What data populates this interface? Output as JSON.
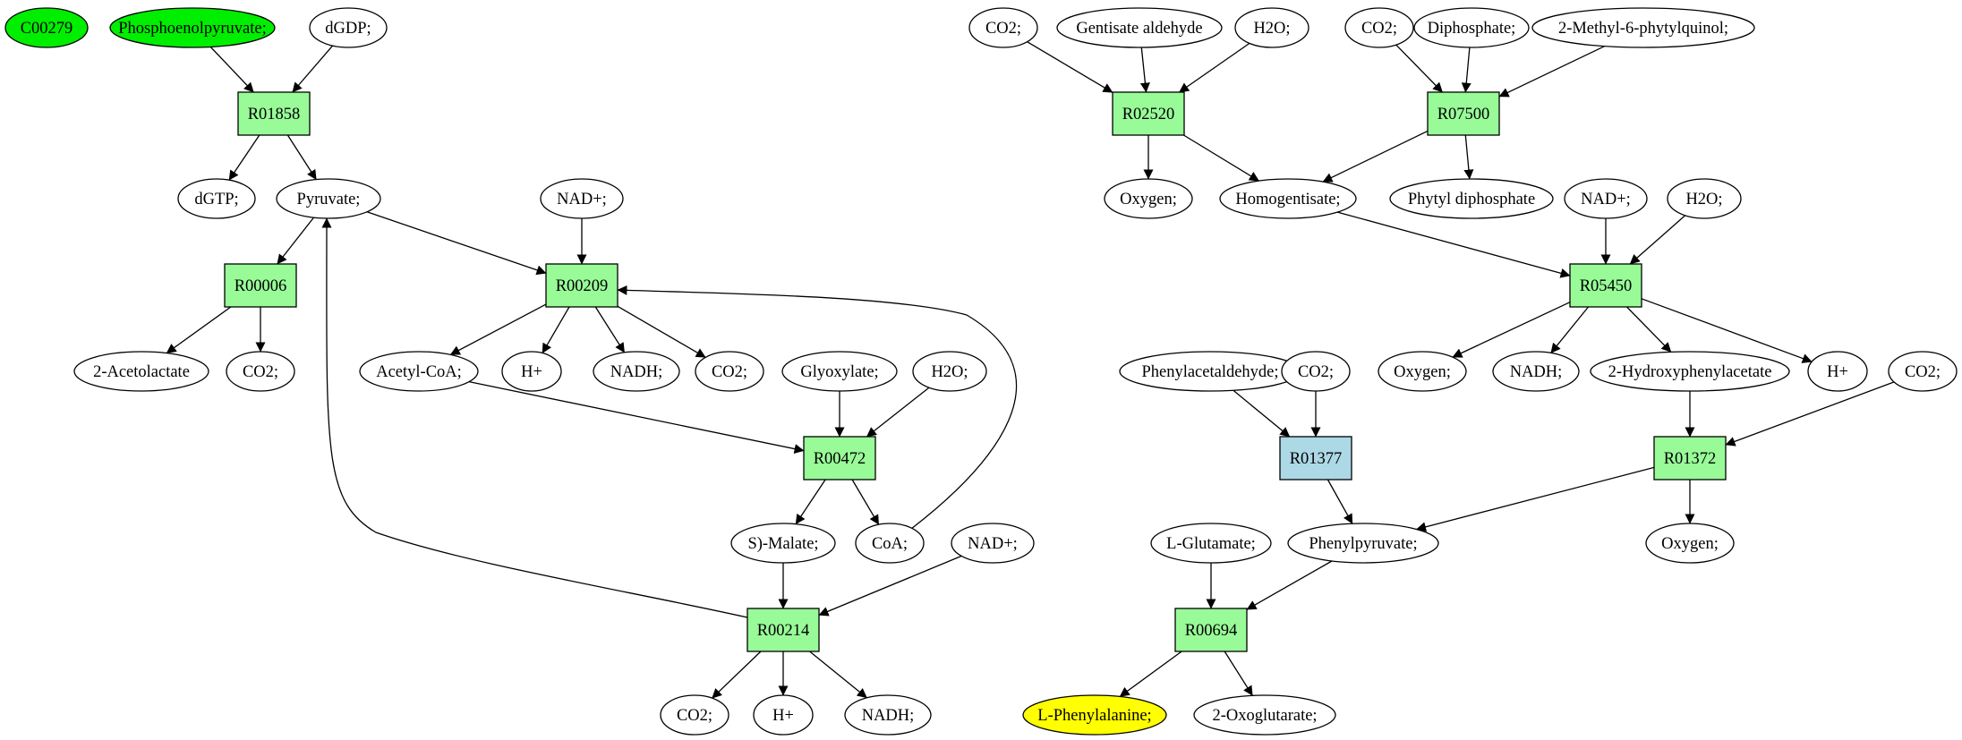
{
  "colors": {
    "start_compound": "#00ee00",
    "target_compound": "#ffff00",
    "reaction": "#98fb98",
    "highlight_reaction": "#add8e6",
    "compound": "#ffffff",
    "stroke": "#000000"
  },
  "nodes": [
    {
      "id": "c00279",
      "label": "C00279",
      "kind": "start"
    },
    {
      "id": "pep",
      "label": "Phosphoenolpyruvate;",
      "kind": "start"
    },
    {
      "id": "dgdp",
      "label": "dGDP;",
      "kind": "compound"
    },
    {
      "id": "r01858",
      "label": "R01858",
      "kind": "reaction"
    },
    {
      "id": "dgtp",
      "label": "dGTP;",
      "kind": "compound"
    },
    {
      "id": "pyruvate",
      "label": "Pyruvate;",
      "kind": "compound"
    },
    {
      "id": "r00006",
      "label": "R00006",
      "kind": "reaction"
    },
    {
      "id": "acetolactate",
      "label": "2-Acetolactate",
      "kind": "compound"
    },
    {
      "id": "co2_a",
      "label": "CO2;",
      "kind": "compound"
    },
    {
      "id": "nadp_a",
      "label": "NAD+;",
      "kind": "compound"
    },
    {
      "id": "r00209",
      "label": "R00209",
      "kind": "reaction"
    },
    {
      "id": "acetylcoa",
      "label": "Acetyl-CoA;",
      "kind": "compound"
    },
    {
      "id": "hplus_a",
      "label": "H+",
      "kind": "compound"
    },
    {
      "id": "nadh_a",
      "label": "NADH;",
      "kind": "compound"
    },
    {
      "id": "co2_b",
      "label": "CO2;",
      "kind": "compound"
    },
    {
      "id": "glyoxylate",
      "label": "Glyoxylate;",
      "kind": "compound"
    },
    {
      "id": "h2o_a",
      "label": "H2O;",
      "kind": "compound"
    },
    {
      "id": "r00472",
      "label": "R00472",
      "kind": "reaction"
    },
    {
      "id": "smalate",
      "label": "S)-Malate;",
      "kind": "compound"
    },
    {
      "id": "coa",
      "label": "CoA;",
      "kind": "compound"
    },
    {
      "id": "nadp_b",
      "label": "NAD+;",
      "kind": "compound"
    },
    {
      "id": "r00214",
      "label": "R00214",
      "kind": "reaction"
    },
    {
      "id": "co2_c",
      "label": "CO2;",
      "kind": "compound"
    },
    {
      "id": "hplus_b",
      "label": "H+",
      "kind": "compound"
    },
    {
      "id": "nadh_b",
      "label": "NADH;",
      "kind": "compound"
    },
    {
      "id": "co2_d",
      "label": "CO2;",
      "kind": "compound"
    },
    {
      "id": "gentisate",
      "label": "Gentisate aldehyde",
      "kind": "compound"
    },
    {
      "id": "h2o_b",
      "label": "H2O;",
      "kind": "compound"
    },
    {
      "id": "co2_e",
      "label": "CO2;",
      "kind": "compound"
    },
    {
      "id": "diphosphate",
      "label": "Diphosphate;",
      "kind": "compound"
    },
    {
      "id": "methylphytyl",
      "label": "2-Methyl-6-phytylquinol;",
      "kind": "compound"
    },
    {
      "id": "r02520",
      "label": "R02520",
      "kind": "reaction"
    },
    {
      "id": "r07500",
      "label": "R07500",
      "kind": "reaction"
    },
    {
      "id": "oxygen_a",
      "label": "Oxygen;",
      "kind": "compound"
    },
    {
      "id": "homogentisate",
      "label": "Homogentisate;",
      "kind": "compound"
    },
    {
      "id": "phytyl",
      "label": "Phytyl diphosphate",
      "kind": "compound"
    },
    {
      "id": "nadp_c",
      "label": "NAD+;",
      "kind": "compound"
    },
    {
      "id": "h2o_c",
      "label": "H2O;",
      "kind": "compound"
    },
    {
      "id": "r05450",
      "label": "R05450",
      "kind": "reaction"
    },
    {
      "id": "phenylacetaldehyde",
      "label": "Phenylacetaldehyde;",
      "kind": "compound"
    },
    {
      "id": "co2_f",
      "label": "CO2;",
      "kind": "compound"
    },
    {
      "id": "oxygen_b",
      "label": "Oxygen;",
      "kind": "compound"
    },
    {
      "id": "nadh_c",
      "label": "NADH;",
      "kind": "compound"
    },
    {
      "id": "hydroxyphenylacetate",
      "label": "2-Hydroxyphenylacetate",
      "kind": "compound"
    },
    {
      "id": "hplus_c",
      "label": "H+",
      "kind": "compound"
    },
    {
      "id": "co2_g",
      "label": "CO2;",
      "kind": "compound"
    },
    {
      "id": "r01377",
      "label": "R01377",
      "kind": "highlight"
    },
    {
      "id": "r01372",
      "label": "R01372",
      "kind": "reaction"
    },
    {
      "id": "lglutamate",
      "label": "L-Glutamate;",
      "kind": "compound"
    },
    {
      "id": "phenylpyruvate",
      "label": "Phenylpyruvate;",
      "kind": "compound"
    },
    {
      "id": "oxygen_c",
      "label": "Oxygen;",
      "kind": "compound"
    },
    {
      "id": "r00694",
      "label": "R00694",
      "kind": "reaction"
    },
    {
      "id": "lphenylalanine",
      "label": "L-Phenylalanine;",
      "kind": "target"
    },
    {
      "id": "oxoglutarate",
      "label": "2-Oxoglutarate;",
      "kind": "compound"
    }
  ]
}
